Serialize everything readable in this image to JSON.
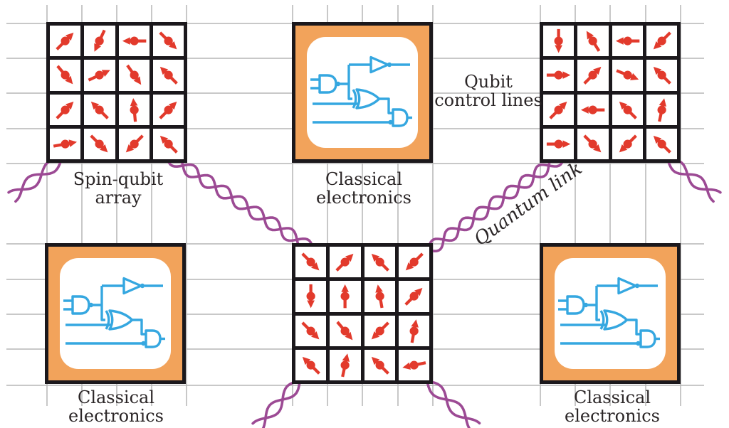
{
  "figure": {
    "type": "diagram",
    "subject": "Spin-qubit quantum computing architecture with classical electronics and quantum links"
  },
  "labels": {
    "spin_qubit_array": {
      "lines": [
        "Spin-qubit",
        "array"
      ]
    },
    "classical_electronics_top": {
      "lines": [
        "Classical",
        "electronics"
      ]
    },
    "classical_electronics_bottom_left": {
      "lines": [
        "Classical",
        "electronics"
      ]
    },
    "classical_electronics_bottom_right": {
      "lines": [
        "Classical",
        "electronics"
      ]
    },
    "qubit_control_lines": {
      "lines": [
        "Qubit",
        "control lines"
      ]
    },
    "quantum_link": "Quantum link"
  },
  "colors": {
    "spin_red": "#e23a2c",
    "circuit_blue": "#35a7e0",
    "box_orange": "#f2a35b",
    "link_purple": "#9c4a94",
    "grid_gray": "#b5b5b5",
    "frame_black": "#1b181c",
    "text": "#2b2627"
  },
  "spin_arrays": {
    "top_left": {
      "grid_rows": 4,
      "grid_cols": 4,
      "rows": [
        [
          45,
          245,
          180,
          315
        ],
        [
          310,
          25,
          305,
          135
        ],
        [
          45,
          135,
          95,
          45
        ],
        [
          10,
          315,
          225,
          135
        ]
      ]
    },
    "top_right": {
      "grid_rows": 4,
      "grid_cols": 4,
      "rows": [
        [
          270,
          122,
          180,
          225
        ],
        [
          0,
          45,
          338,
          135
        ],
        [
          45,
          180,
          135,
          78
        ],
        [
          0,
          315,
          225,
          135
        ]
      ]
    },
    "bottom_center": {
      "grid_rows": 4,
      "grid_cols": 4,
      "rows": [
        [
          315,
          45,
          135,
          225
        ],
        [
          270,
          90,
          100,
          45
        ],
        [
          315,
          310,
          225,
          80
        ],
        [
          135,
          78,
          135,
          192
        ]
      ]
    }
  },
  "icons": [
    "spin-arrow-icon",
    "and-gate-icon",
    "buffer-gate-icon",
    "xor-gate-icon",
    "logic-circuit-icon",
    "quantum-link-helix-icon",
    "qubit-control-grid-lines"
  ]
}
